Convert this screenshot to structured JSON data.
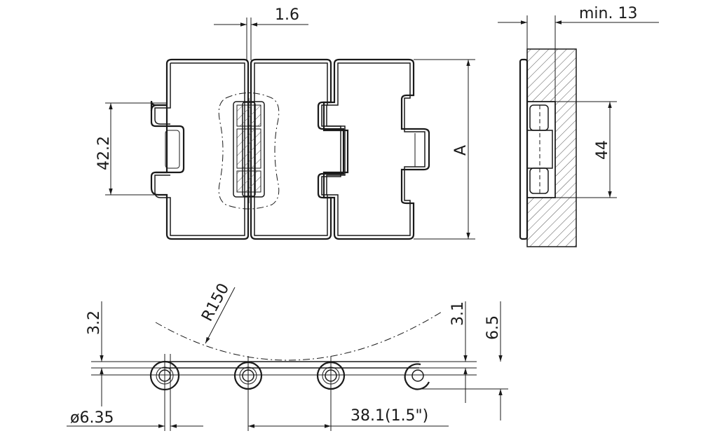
{
  "colors": {
    "line": "#1a1a1a",
    "background": "#ffffff",
    "hatch": "#555555"
  },
  "labels": {
    "clearance": "1.6",
    "min_depth": "min. 13",
    "pin_span": "42.2",
    "width": "A",
    "slot": "44",
    "radius": "R150",
    "thickness_top": "3.2",
    "thickness_top_right": "3.1",
    "total_height": "6.5",
    "pin_diameter": "ø6.35",
    "pitch": "38.1(1.5\")"
  }
}
